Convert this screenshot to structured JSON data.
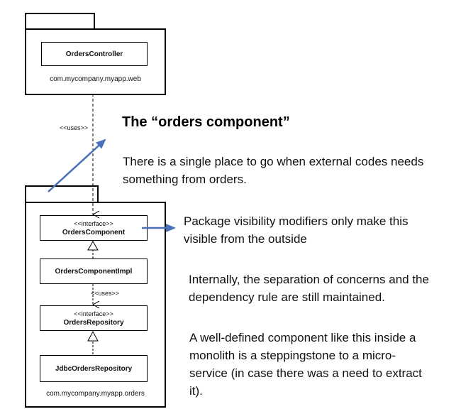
{
  "web_package": {
    "class_name": "OrdersController",
    "package_name": "com.mycompany.myapp.web"
  },
  "dependency_uses_label": "<<uses>>",
  "orders_package": {
    "interface_component": {
      "stereotype": "<<interface>>",
      "name": "OrdersComponent"
    },
    "impl_class": {
      "name": "OrdersComponentImpl"
    },
    "inner_uses_label": "<<uses>>",
    "interface_repository": {
      "stereotype": "<<interface>>",
      "name": "OrdersRepository"
    },
    "jdbc_class": {
      "name": "JdbcOrdersRepository"
    },
    "package_name": "com.mycompany.myapp.orders"
  },
  "annotations": {
    "title": "The “orders component”",
    "single_place": "There is a single place to go when external codes needs something from orders.",
    "package_visibility": "Package visibility modifiers only make this visible from the outside",
    "internal_separation": "Internally, the separation of concerns and the dependency rule are still maintained.",
    "stepping_stone": "A well-defined component like this inside a monolith is a steppingstone to a micro-service (in case there was a need to extract it)."
  },
  "colors": {
    "arrow": "#4a70b8"
  }
}
